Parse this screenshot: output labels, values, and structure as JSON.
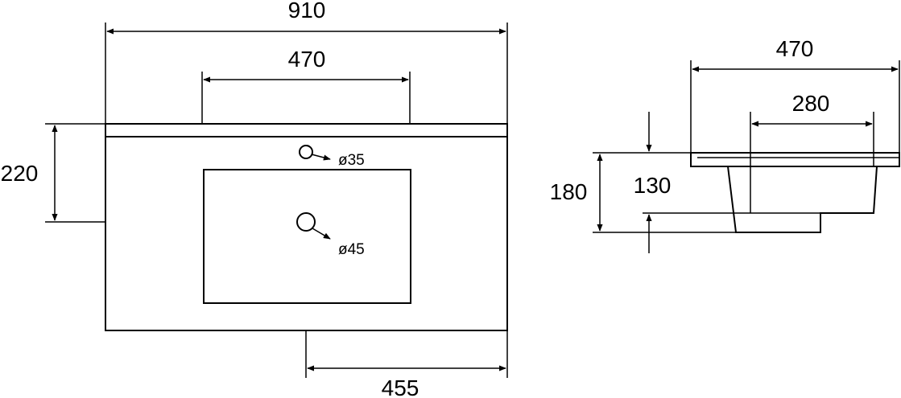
{
  "front_view": {
    "overall_width": "910",
    "basin_width": "470",
    "depth": "220",
    "center_offset": "455",
    "tap_hole": "ø35",
    "drain_hole": "ø45"
  },
  "side_view": {
    "overall_depth": "470",
    "basin_depth": "280",
    "overall_height": "180",
    "basin_height": "130"
  }
}
